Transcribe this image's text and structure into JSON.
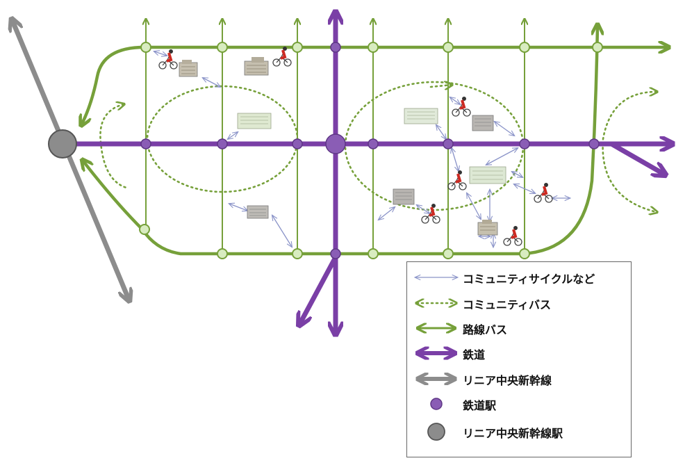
{
  "legend": {
    "items": [
      {
        "label": "コミュニティサイクルなど",
        "kind": "community-cycle",
        "color": "#8a93c8"
      },
      {
        "label": "コミュニティバス",
        "kind": "community-bus",
        "color": "#76a03a"
      },
      {
        "label": "路線バス",
        "kind": "route-bus",
        "color": "#76a03a"
      },
      {
        "label": "鉄道",
        "kind": "railway",
        "color": "#7a3fa6"
      },
      {
        "label": "リニア中央新幹線",
        "kind": "linear-shinkansen",
        "color": "#8c8c8c"
      },
      {
        "label": "鉄道駅",
        "kind": "railway-station",
        "color": "#8a5db5"
      },
      {
        "label": "リニア中央新幹線駅",
        "kind": "linear-station",
        "color": "#8c8c8c"
      }
    ]
  },
  "colors": {
    "bus_green": "#76a03a",
    "rail_purple": "#7a3fa6",
    "linear_gray": "#8c8c8c",
    "cycle_blue": "#8a93c8",
    "station_fill": "#8a5db5",
    "bus_stop_fill": "#d8ecc0"
  },
  "icons": [
    "cyclist-icon",
    "building-icon",
    "transit-node-diagram"
  ]
}
